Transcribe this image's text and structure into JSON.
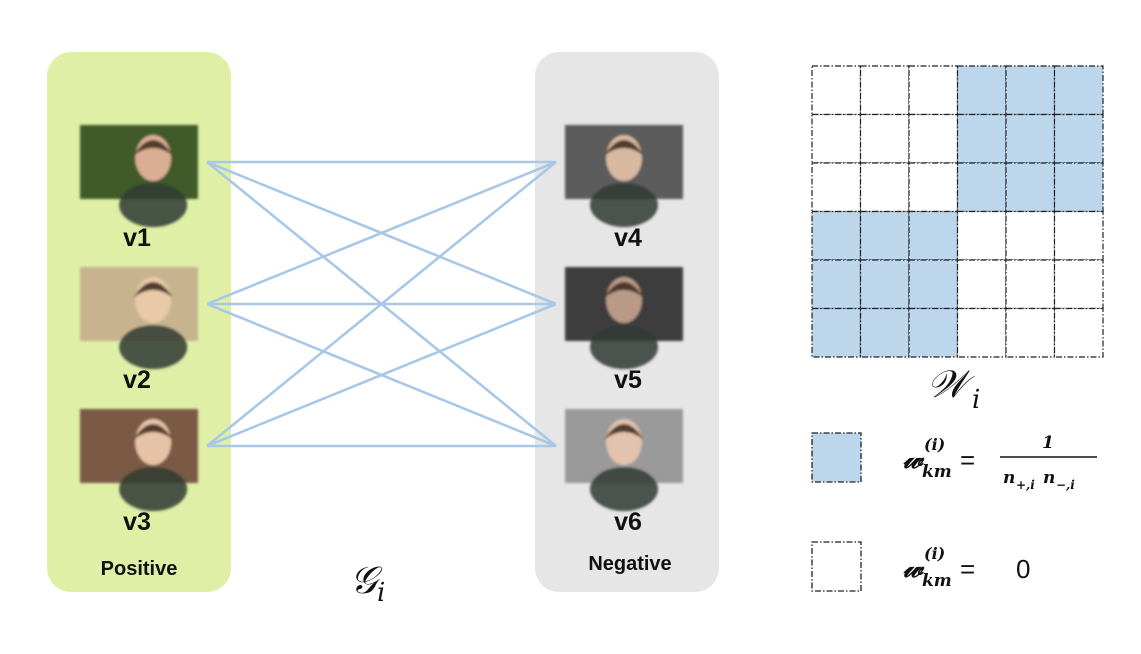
{
  "diagram": {
    "positive": {
      "label": "Positive",
      "fill": "#dff0a6",
      "nodes": [
        {
          "id": "v1",
          "label": "v1",
          "photo_colors": [
            "#3f5a2b",
            "#d9ae94"
          ]
        },
        {
          "id": "v2",
          "label": "v2",
          "photo_colors": [
            "#c7b48e",
            "#e8c9a8"
          ]
        },
        {
          "id": "v3",
          "label": "v3",
          "photo_colors": [
            "#7a5a44",
            "#e6c3a6"
          ]
        }
      ]
    },
    "negative": {
      "label": "Negative",
      "fill": "#e6e6e6",
      "nodes": [
        {
          "id": "v4",
          "label": "v4",
          "photo_colors": [
            "#5c5c5c",
            "#d8b9a0"
          ]
        },
        {
          "id": "v5",
          "label": "v5",
          "photo_colors": [
            "#3d3d3d",
            "#b89a86"
          ]
        },
        {
          "id": "v6",
          "label": "v6",
          "photo_colors": [
            "#9a9a9a",
            "#e3c2ae"
          ]
        }
      ]
    },
    "edge_color": "#a9c7e6",
    "edges": [
      [
        "v1",
        "v4"
      ],
      [
        "v1",
        "v5"
      ],
      [
        "v1",
        "v6"
      ],
      [
        "v2",
        "v4"
      ],
      [
        "v2",
        "v5"
      ],
      [
        "v2",
        "v6"
      ],
      [
        "v3",
        "v4"
      ],
      [
        "v3",
        "v5"
      ],
      [
        "v3",
        "v6"
      ]
    ],
    "graph_symbol": {
      "letter": "𝒢",
      "subscript": "i"
    },
    "matrix": {
      "size": 6,
      "filled_color": "#bcd6ec",
      "grid": [
        [
          0,
          0,
          0,
          1,
          1,
          1
        ],
        [
          0,
          0,
          0,
          1,
          1,
          1
        ],
        [
          0,
          0,
          0,
          1,
          1,
          1
        ],
        [
          1,
          1,
          1,
          0,
          0,
          0
        ],
        [
          1,
          1,
          1,
          0,
          0,
          0
        ],
        [
          1,
          1,
          1,
          0,
          0,
          0
        ]
      ],
      "symbol": {
        "letter": "𝒲",
        "subscript": "i"
      }
    },
    "legend": [
      {
        "swatch": "filled",
        "lhs": "𝓌",
        "sup": "(i)",
        "sub": "km",
        "equals": "=",
        "rhs_numerator": "1",
        "rhs_denominator": [
          "n",
          "+,i",
          "n",
          "−,i"
        ]
      },
      {
        "swatch": "empty",
        "lhs": "𝓌",
        "sup": "(i)",
        "sub": "km",
        "equals": "=",
        "rhs_value": "0"
      }
    ]
  }
}
